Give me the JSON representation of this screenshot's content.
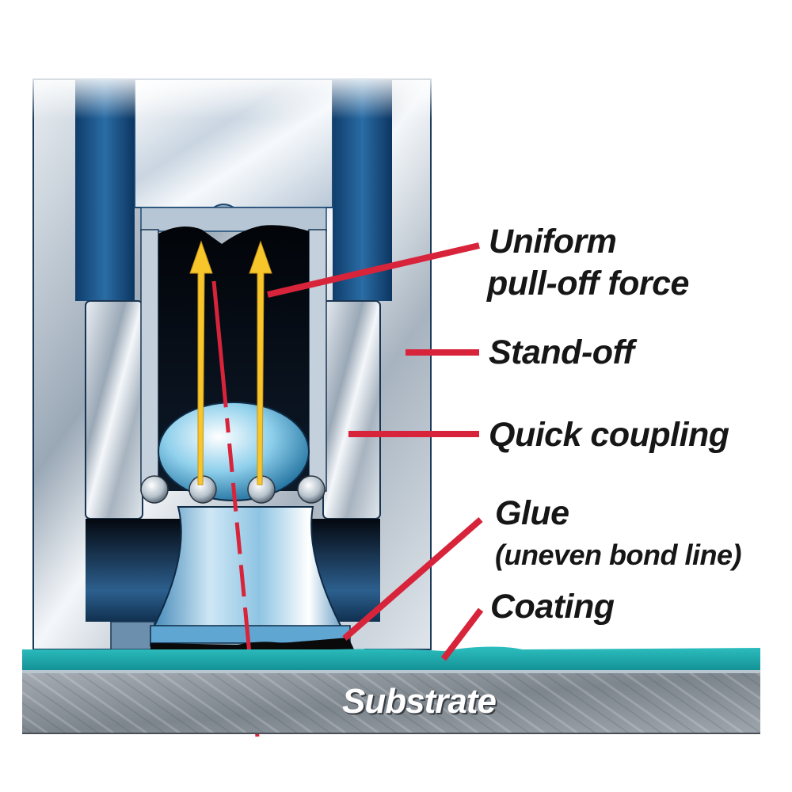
{
  "diagram": {
    "title": "Pull-off adhesion test dolly cross-section",
    "labels": {
      "uniform_force_line1": "Uniform",
      "uniform_force_line2": "pull-off force",
      "stand_off": "Stand-off",
      "quick_coupling": "Quick coupling",
      "glue": "Glue",
      "glue_note": "(uneven bond line)",
      "coating": "Coating",
      "substrate": "Substrate"
    },
    "colors": {
      "leader_red": "#d8243a",
      "arrow_yellow": "#f7c62a",
      "coating_teal": "#1fa6a8",
      "substrate_gray": "#8f969d",
      "steel_blue": "#1d5a8f",
      "cavity_black": "#06080c"
    }
  }
}
